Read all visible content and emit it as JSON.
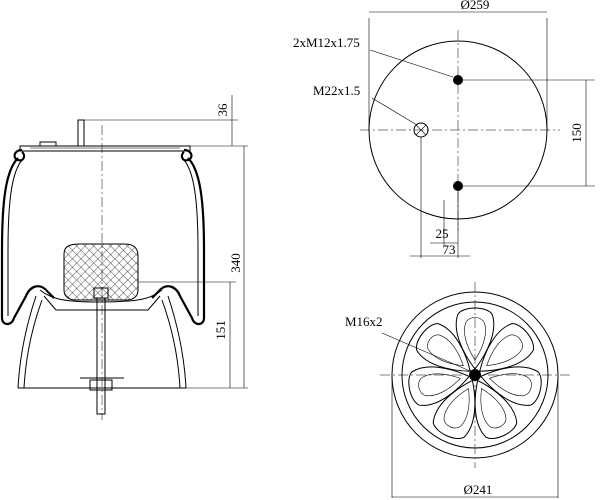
{
  "side_view": {
    "dims": {
      "top_height": "36",
      "overall_height": "340",
      "lower_height": "151"
    }
  },
  "top_plate": {
    "diameter": "Ø259",
    "thread_pair": "2xM12x1.75",
    "air_port": "M22x1.5",
    "vertical_spacing": "150",
    "offset_small": "25",
    "offset_large": "73"
  },
  "bottom_plate": {
    "diameter": "Ø241",
    "thread": "M16x2"
  },
  "colors": {
    "line": "#000000",
    "hatch": "#000000",
    "background": "#ffffff"
  }
}
